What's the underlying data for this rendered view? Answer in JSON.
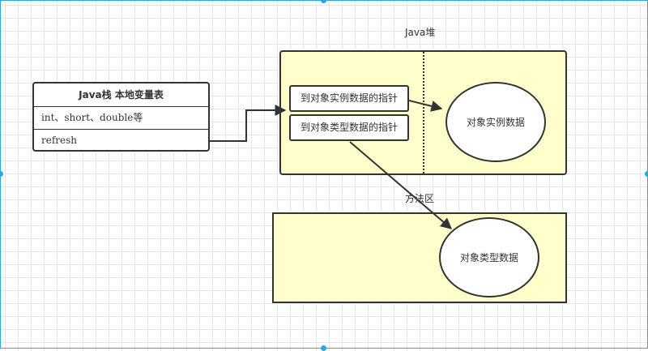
{
  "java_stack": {
    "title": "Java栈 本地变量表",
    "rows": [
      "int、short、double等",
      "refresh"
    ]
  },
  "java_heap": {
    "label": "Java堆",
    "instance_pointer": "到对象实例数据的指针",
    "type_pointer": "到对象类型数据的指针",
    "instance_data": "对象实例数据"
  },
  "method_area": {
    "label": "方法区",
    "type_data": "对象类型数据"
  },
  "colors": {
    "region_fill": "#ffffcc",
    "stroke": "#333333",
    "selection": "#29a8e0"
  }
}
